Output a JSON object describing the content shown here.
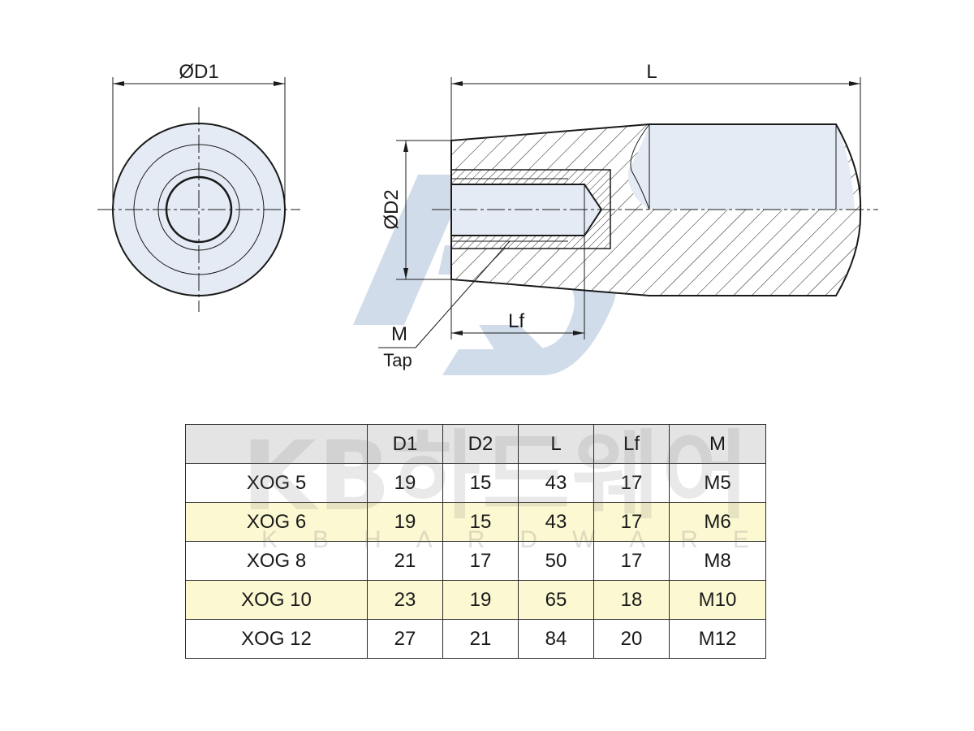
{
  "dimensions": {
    "d1": "ØD1",
    "d2": "ØD2",
    "l": "L",
    "lf": "Lf",
    "m": "M",
    "tap": "Tap"
  },
  "watermark": {
    "korean": "KB하드웨어",
    "english": "KBHARDWARE"
  },
  "table": {
    "headers": [
      "",
      "D1",
      "D2",
      "L",
      "Lf",
      "M"
    ],
    "rows": [
      [
        "XOG 5",
        "19",
        "15",
        "43",
        "17",
        "M5"
      ],
      [
        "XOG 6",
        "19",
        "15",
        "43",
        "17",
        "M6"
      ],
      [
        "XOG 8",
        "21",
        "17",
        "50",
        "17",
        "M8"
      ],
      [
        "XOG 10",
        "23",
        "19",
        "65",
        "18",
        "M10"
      ],
      [
        "XOG 12",
        "27",
        "21",
        "84",
        "20",
        "M12"
      ]
    ],
    "highlighted_rows": [
      1,
      3
    ]
  },
  "colors": {
    "part_fill": "#e4ebf4",
    "line": "#1a1a1a",
    "highlight_row": "#fcf8d2",
    "header_bg": "#e4e4e4",
    "logo_watermark": "#c9d6e8"
  }
}
